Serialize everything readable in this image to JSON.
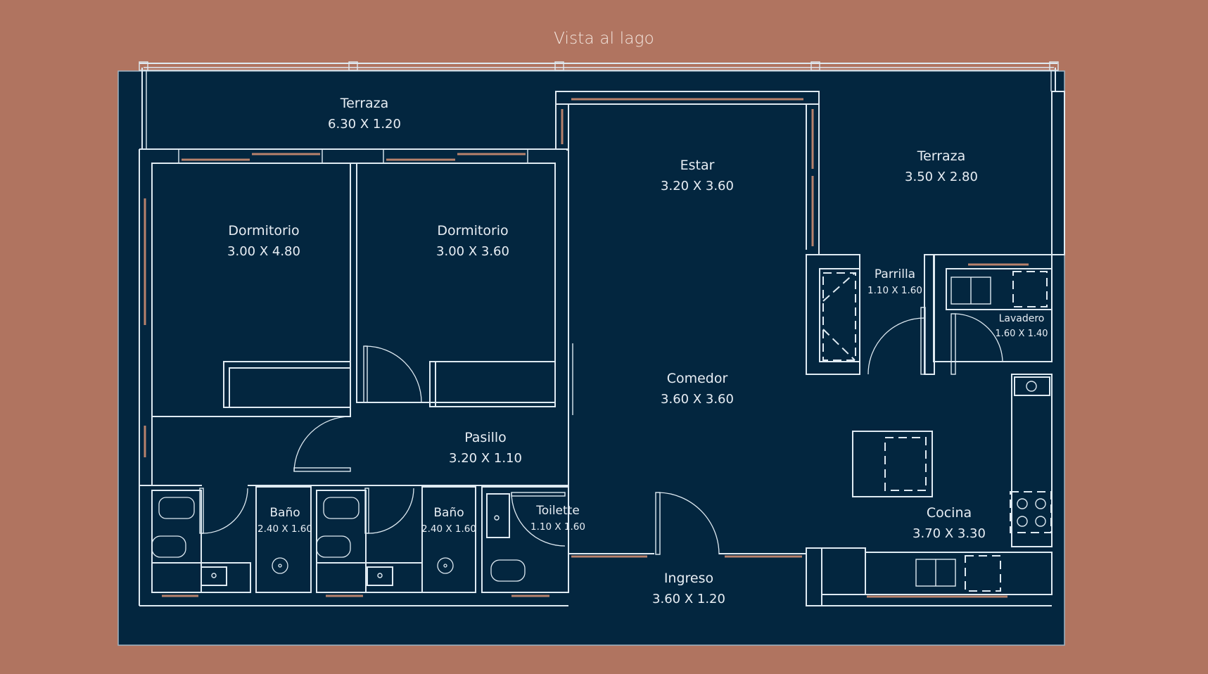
{
  "title": "Vista al lago",
  "colors": {
    "background": "#b07460",
    "plan_fill": "#03263f",
    "line": "#dfeaf2",
    "glass": "#b8826c",
    "text": "#e8eef4"
  },
  "rooms": [
    {
      "id": "terraza-1",
      "name": "Terraza",
      "dims": "6.30 X 1.20"
    },
    {
      "id": "dormitorio-1",
      "name": "Dormitorio",
      "dims": "3.00 X 4.80"
    },
    {
      "id": "dormitorio-2",
      "name": "Dormitorio",
      "dims": "3.00 X 3.60"
    },
    {
      "id": "estar",
      "name": "Estar",
      "dims": "3.20 X 3.60"
    },
    {
      "id": "terraza-2",
      "name": "Terraza",
      "dims": "3.50 X 2.80"
    },
    {
      "id": "parrilla",
      "name": "Parrilla",
      "dims": "1.10 X 1.60"
    },
    {
      "id": "lavadero",
      "name": "Lavadero",
      "dims": "1.60 X 1.40"
    },
    {
      "id": "comedor",
      "name": "Comedor",
      "dims": "3.60 X 3.60"
    },
    {
      "id": "pasillo",
      "name": "Pasillo",
      "dims": "3.20 X 1.10"
    },
    {
      "id": "bano-1",
      "name": "Baño",
      "dims": "2.40 X 1.60"
    },
    {
      "id": "bano-2",
      "name": "Baño",
      "dims": "2.40 X 1.60"
    },
    {
      "id": "toilette",
      "name": "Toilette",
      "dims": "1.10 X 1.60"
    },
    {
      "id": "cocina",
      "name": "Cocina",
      "dims": "3.70 X 3.30"
    },
    {
      "id": "ingreso",
      "name": "Ingreso",
      "dims": "3.60 X 1.20"
    }
  ]
}
